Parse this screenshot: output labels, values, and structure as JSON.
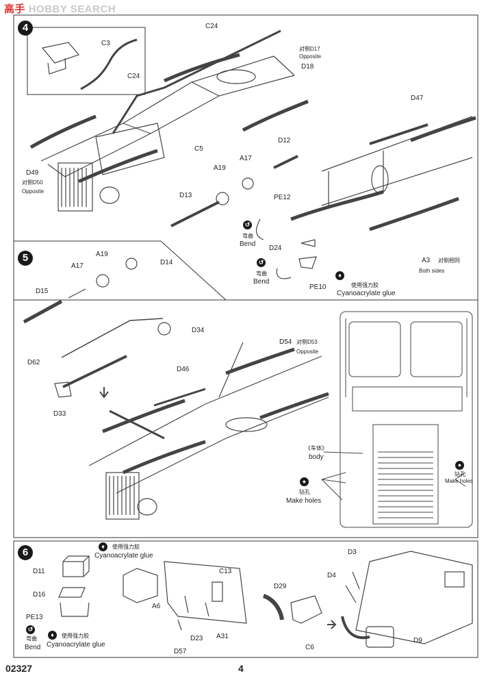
{
  "watermark": {
    "prefix": "高",
    "mid": "手",
    "text": "HOBBY SEARCH"
  },
  "footer": {
    "code": "02327",
    "page": "4"
  },
  "steps": {
    "s4": "4",
    "s5": "5",
    "s6": "6"
  },
  "icons": {
    "bend": "bend-icon",
    "glue": "glue-icon",
    "drill": "drill-icon"
  },
  "step4": {
    "c3": "C3",
    "c24a": "C24",
    "c24b": "C24",
    "c5": "C5",
    "d17_cn": "对侧D17",
    "d17_en": "Opposite",
    "d18": "D18",
    "d49": "D49",
    "d50_cn": "对侧D50",
    "d50_en": "Opposite",
    "d47": "D47",
    "d12": "D12",
    "a17": "A17",
    "a19": "A19",
    "d13": "D13",
    "pe12": "PE12",
    "bend_cn1": "弯曲",
    "bend_en1": "Bend",
    "d24": "D24",
    "bend_cn2": "弯曲",
    "bend_en2": "Bend",
    "pe10": "PE10",
    "glue_cn": "使用强力胶",
    "glue_en": "Cyanoacrylate glue",
    "a3": "A3",
    "both_cn": "对侧相同",
    "both_en": "Both sides"
  },
  "step5": {
    "a17": "A17",
    "a19": "A19",
    "d14": "D14",
    "d15": "D15",
    "d34": "D34",
    "d54": "D54",
    "d53_cn": "对侧D53",
    "d53_en": "Opposite",
    "d62": "D62",
    "d46": "D46",
    "d33": "D33",
    "body_cn": "《车体》",
    "body_en": "body",
    "holes_cn1": "钻孔",
    "holes_en1": "Make holes",
    "holes_cn2": "钻孔",
    "holes_en2": "Make holes"
  },
  "step6": {
    "glue_cn1": "使用强力胶",
    "glue_en1": "Cyanoacrylate glue",
    "d11": "D11",
    "d16": "D16",
    "pe13": "PE13",
    "bend_cn": "弯曲",
    "bend_en": "Bend",
    "glue_cn2": "使用强力胶",
    "glue_en2": "Cyanoacrylate glue",
    "c13": "C13",
    "a6": "A6",
    "d23": "D23",
    "a31": "A31",
    "d57": "D57",
    "d29": "D29",
    "c6": "C6",
    "d3": "D3",
    "d4": "D4",
    "d9": "D9"
  }
}
